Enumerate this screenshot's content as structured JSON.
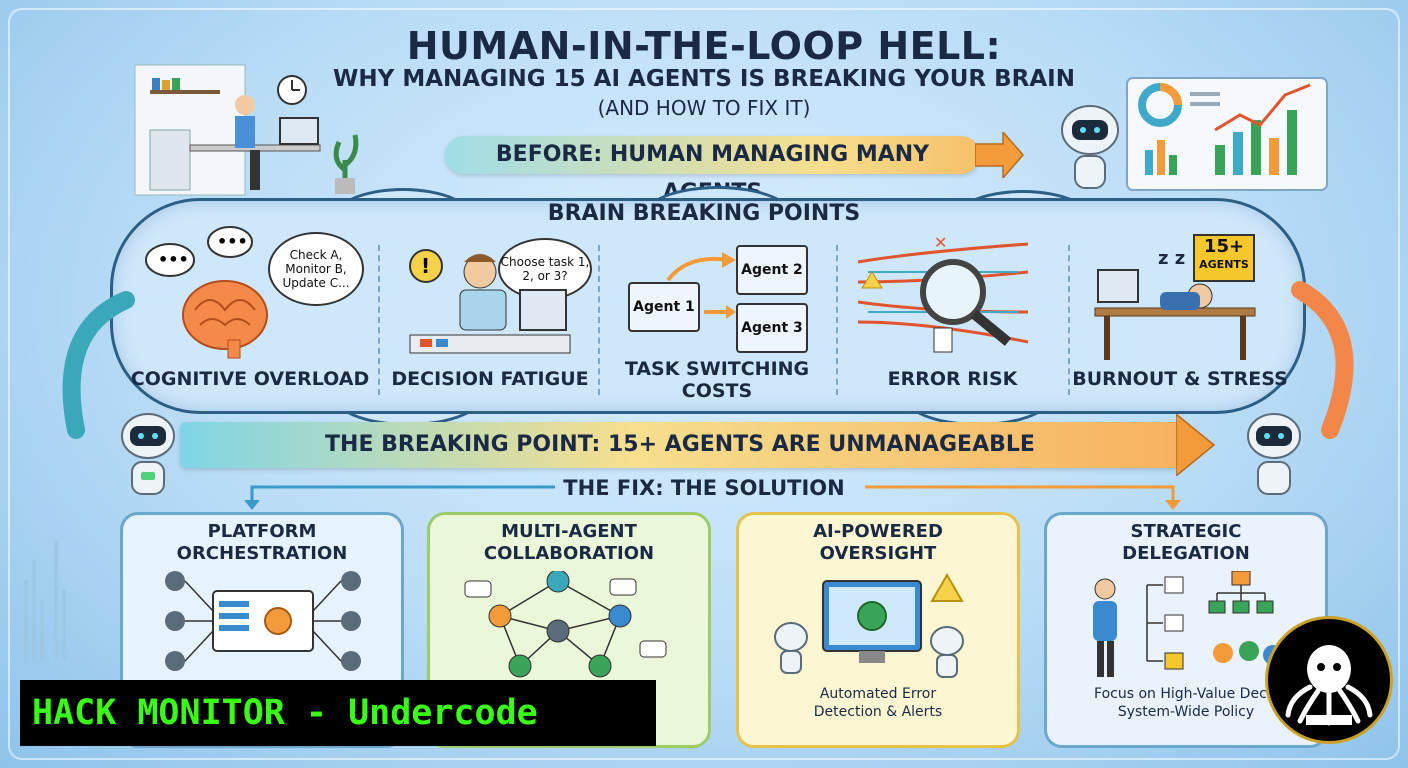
{
  "title": {
    "line1": "HUMAN-IN-THE-LOOP HELL:",
    "line2": "WHY MANAGING 15 AI AGENTS IS BREAKING YOUR BRAIN",
    "line3": "(AND HOW TO FIX IT)"
  },
  "before_banner": "BEFORE: HUMAN MANAGING MANY AGENTS",
  "breaking_points": {
    "title": "BRAIN BREAKING POINTS",
    "panels": [
      {
        "label": "COGNITIVE OVERLOAD",
        "bubble": "Check A, Monitor B, Update C..."
      },
      {
        "label": "DECISION FATIGUE",
        "bubble": "Choose task 1, 2, or 3?"
      },
      {
        "label": "TASK SWITCHING COSTS",
        "windows": [
          "Agent 1",
          "Agent 2",
          "Agent 3"
        ]
      },
      {
        "label": "ERROR RISK"
      },
      {
        "label": "BURNOUT & STRESS",
        "badge_num": "15+",
        "badge_text": "AGENTS",
        "sleep": "z z"
      }
    ]
  },
  "breaking_banner": "THE BREAKING POINT: 15+ AGENTS ARE UNMANAGEABLE",
  "fix": {
    "title": "THE FIX: THE SOLUTION",
    "cards": [
      {
        "title": "PLATFORM ORCHESTRATION",
        "caption": ""
      },
      {
        "title": "MULTI-AGENT COLLABORATION",
        "caption": ""
      },
      {
        "title": "AI-POWERED OVERSIGHT",
        "caption": "Automated Error Detection & Alerts"
      },
      {
        "title": "STRATEGIC DELEGATION",
        "caption": "Focus on High-Value Decis\nSystem-Wide Policy"
      }
    ]
  },
  "watermark": "HACK MONITOR - Undercode",
  "colors": {
    "navy": "#1a2a44",
    "card1": "#e6f3ff",
    "card2": "#eaf7d8",
    "card3": "#fdf6d3",
    "card4": "#e9f2fd",
    "watermark_green": "#39ff14",
    "orange": "#f39a3b",
    "teal": "#4fb8c9"
  }
}
